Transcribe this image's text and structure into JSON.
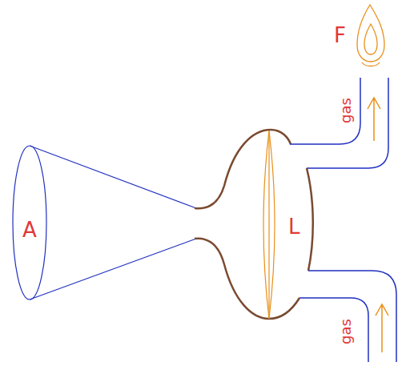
{
  "diagram": {
    "labels": [
      "A",
      "L",
      "F",
      "gas",
      "gas"
    ]
  }
}
